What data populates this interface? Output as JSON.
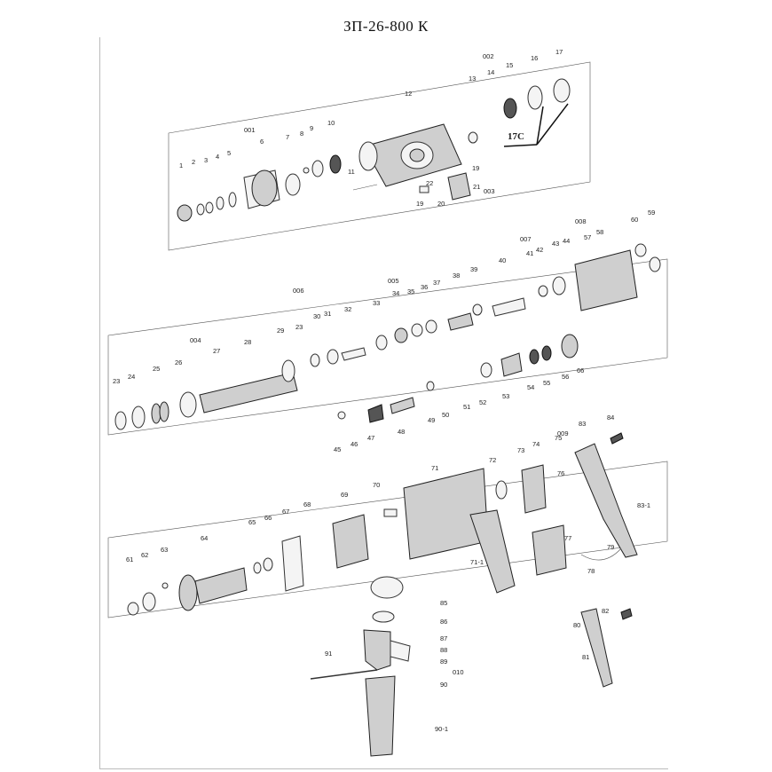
{
  "title": "ЗП-26-800 К",
  "labels": [
    {
      "id": "001",
      "t": "001"
    },
    {
      "id": "002",
      "t": "002"
    },
    {
      "id": "003",
      "t": "003"
    },
    {
      "id": "004",
      "t": "004"
    },
    {
      "id": "005",
      "t": "005"
    },
    {
      "id": "006",
      "t": "006"
    },
    {
      "id": "007",
      "t": "007"
    },
    {
      "id": "008",
      "t": "008"
    },
    {
      "id": "009",
      "t": "009"
    },
    {
      "id": "010",
      "t": "010"
    },
    {
      "id": "1",
      "t": "1"
    },
    {
      "id": "2",
      "t": "2"
    },
    {
      "id": "3",
      "t": "3"
    },
    {
      "id": "4",
      "t": "4"
    },
    {
      "id": "5",
      "t": "5"
    },
    {
      "id": "6",
      "t": "6"
    },
    {
      "id": "7",
      "t": "7"
    },
    {
      "id": "8",
      "t": "8"
    },
    {
      "id": "9",
      "t": "9"
    },
    {
      "id": "10",
      "t": "10"
    },
    {
      "id": "11",
      "t": "11"
    },
    {
      "id": "12",
      "t": "12"
    },
    {
      "id": "13",
      "t": "13"
    },
    {
      "id": "14",
      "t": "14"
    },
    {
      "id": "15",
      "t": "15"
    },
    {
      "id": "16",
      "t": "16"
    },
    {
      "id": "17",
      "t": "17"
    },
    {
      "id": "17C",
      "t": "17C"
    },
    {
      "id": "19a",
      "t": "19"
    },
    {
      "id": "19b",
      "t": "19"
    },
    {
      "id": "20",
      "t": "20"
    },
    {
      "id": "21",
      "t": "21"
    },
    {
      "id": "22",
      "t": "22"
    },
    {
      "id": "23a",
      "t": "23"
    },
    {
      "id": "23b",
      "t": "23"
    },
    {
      "id": "24",
      "t": "24"
    },
    {
      "id": "25",
      "t": "25"
    },
    {
      "id": "26",
      "t": "26"
    },
    {
      "id": "27",
      "t": "27"
    },
    {
      "id": "28",
      "t": "28"
    },
    {
      "id": "29",
      "t": "29"
    },
    {
      "id": "30",
      "t": "30"
    },
    {
      "id": "31",
      "t": "31"
    },
    {
      "id": "32",
      "t": "32"
    },
    {
      "id": "33",
      "t": "33"
    },
    {
      "id": "34",
      "t": "34"
    },
    {
      "id": "35",
      "t": "35"
    },
    {
      "id": "36",
      "t": "36"
    },
    {
      "id": "37",
      "t": "37"
    },
    {
      "id": "38",
      "t": "38"
    },
    {
      "id": "39",
      "t": "39"
    },
    {
      "id": "40",
      "t": "40"
    },
    {
      "id": "41",
      "t": "41"
    },
    {
      "id": "42",
      "t": "42"
    },
    {
      "id": "43",
      "t": "43"
    },
    {
      "id": "44",
      "t": "44"
    },
    {
      "id": "45",
      "t": "45"
    },
    {
      "id": "46",
      "t": "46"
    },
    {
      "id": "47",
      "t": "47"
    },
    {
      "id": "48",
      "t": "48"
    },
    {
      "id": "49",
      "t": "49"
    },
    {
      "id": "50",
      "t": "50"
    },
    {
      "id": "51",
      "t": "51"
    },
    {
      "id": "52",
      "t": "52"
    },
    {
      "id": "53",
      "t": "53"
    },
    {
      "id": "54",
      "t": "54"
    },
    {
      "id": "55",
      "t": "55"
    },
    {
      "id": "56",
      "t": "56"
    },
    {
      "id": "57",
      "t": "57"
    },
    {
      "id": "58",
      "t": "58"
    },
    {
      "id": "59",
      "t": "59"
    },
    {
      "id": "60",
      "t": "60"
    },
    {
      "id": "61",
      "t": "61"
    },
    {
      "id": "62",
      "t": "62"
    },
    {
      "id": "63",
      "t": "63"
    },
    {
      "id": "64",
      "t": "64"
    },
    {
      "id": "65",
      "t": "65"
    },
    {
      "id": "66a",
      "t": "66"
    },
    {
      "id": "66b",
      "t": "66"
    },
    {
      "id": "67",
      "t": "67"
    },
    {
      "id": "68",
      "t": "68"
    },
    {
      "id": "69",
      "t": "69"
    },
    {
      "id": "70",
      "t": "70"
    },
    {
      "id": "71",
      "t": "71"
    },
    {
      "id": "71-1",
      "t": "71-1"
    },
    {
      "id": "72",
      "t": "72"
    },
    {
      "id": "73",
      "t": "73"
    },
    {
      "id": "74",
      "t": "74"
    },
    {
      "id": "75",
      "t": "75"
    },
    {
      "id": "76",
      "t": "76"
    },
    {
      "id": "77",
      "t": "77"
    },
    {
      "id": "78",
      "t": "78"
    },
    {
      "id": "79",
      "t": "79"
    },
    {
      "id": "80",
      "t": "80"
    },
    {
      "id": "81",
      "t": "81"
    },
    {
      "id": "82",
      "t": "82"
    },
    {
      "id": "83",
      "t": "83"
    },
    {
      "id": "83-1",
      "t": "83-1"
    },
    {
      "id": "84",
      "t": "84"
    },
    {
      "id": "85",
      "t": "85"
    },
    {
      "id": "86",
      "t": "86"
    },
    {
      "id": "87",
      "t": "87"
    },
    {
      "id": "88",
      "t": "88"
    },
    {
      "id": "89",
      "t": "89"
    },
    {
      "id": "90",
      "t": "90"
    },
    {
      "id": "90-1",
      "t": "90-1"
    },
    {
      "id": "91",
      "t": "91"
    }
  ]
}
